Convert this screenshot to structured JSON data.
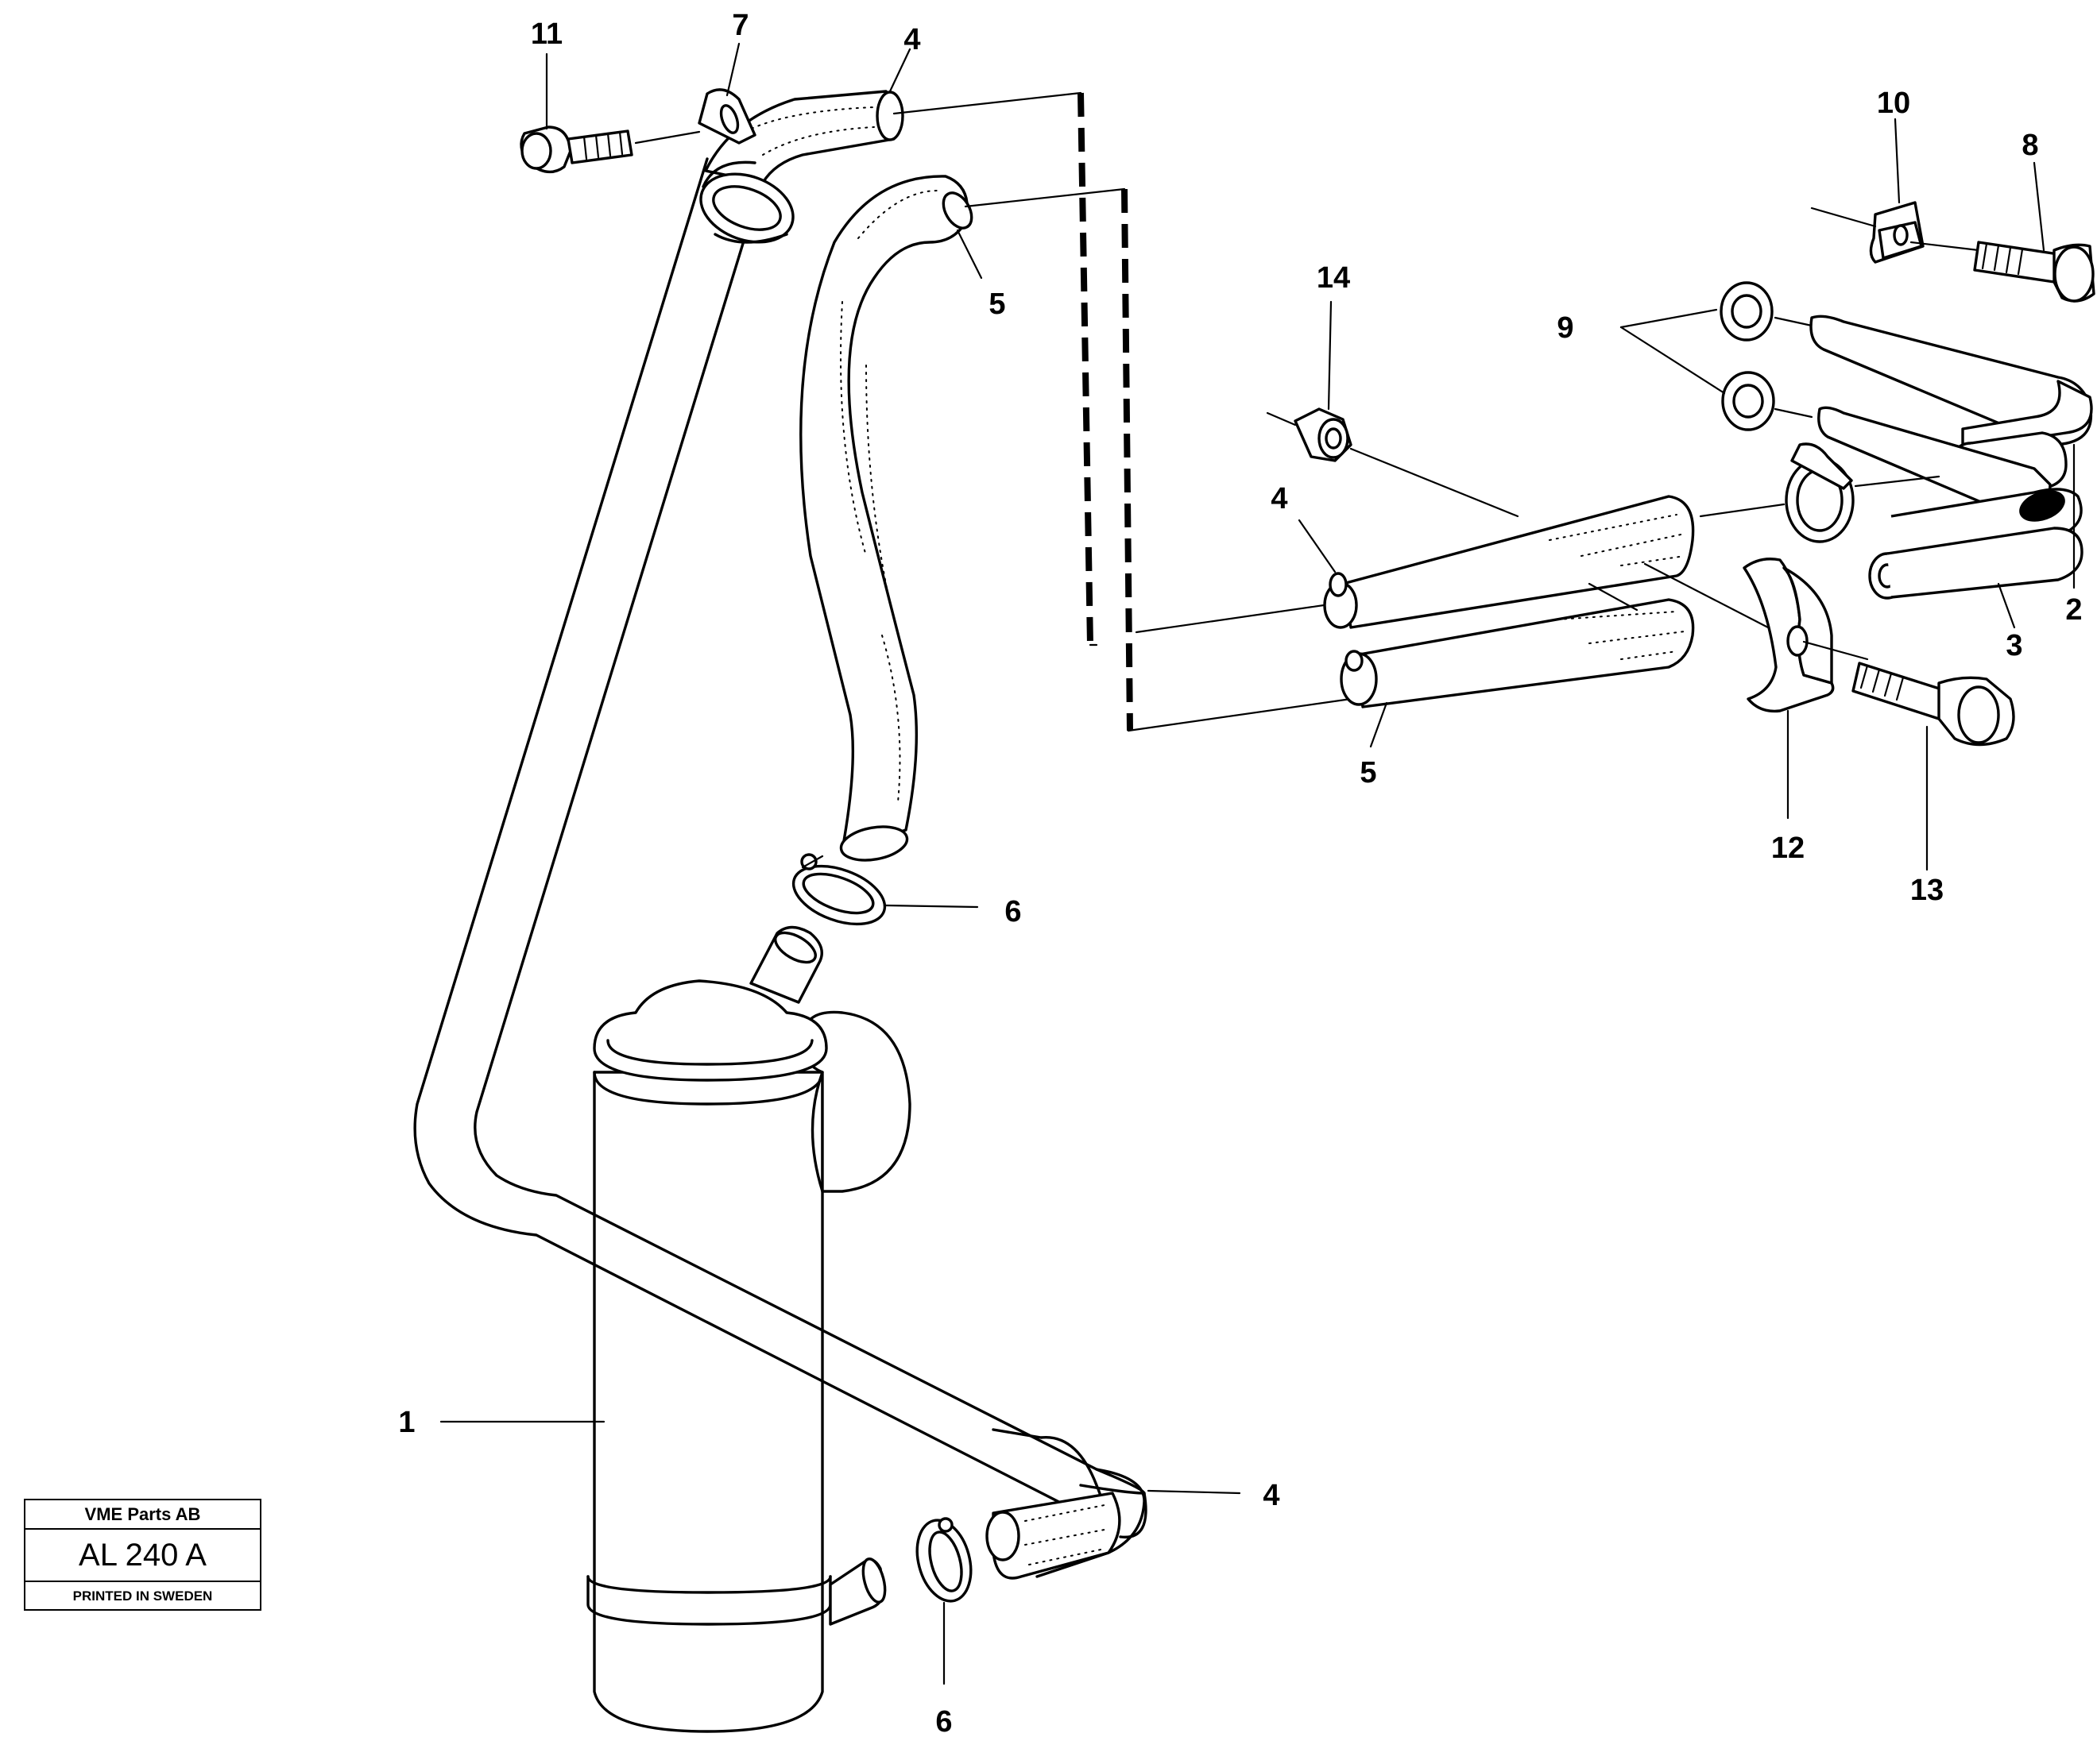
{
  "callouts": {
    "c1": "1",
    "c2": "2",
    "c3": "3",
    "c4_top": "4",
    "c4_mid": "4",
    "c4_bottom": "4",
    "c5_top": "5",
    "c5_mid": "5",
    "c6_top": "6",
    "c6_bottom": "6",
    "c7": "7",
    "c8": "8",
    "c9": "9",
    "c10": "10",
    "c11": "11",
    "c12": "12",
    "c13": "13",
    "c14": "14"
  },
  "stamp": {
    "company": "VME Parts AB",
    "drawing_number": "AL 240 A",
    "printed": "PRINTED IN SWEDEN"
  }
}
